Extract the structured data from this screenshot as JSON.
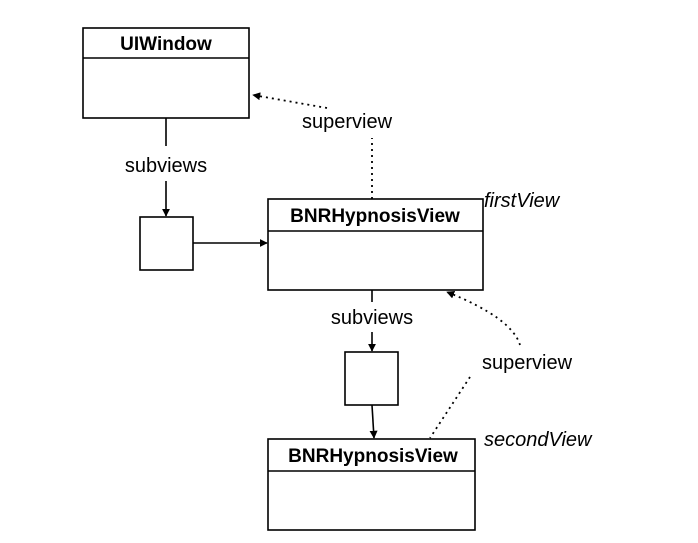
{
  "nodes": {
    "window": {
      "title": "UIWindow"
    },
    "first_view": {
      "title": "BNRHypnosisView",
      "variable": "firstView"
    },
    "second_view": {
      "title": "BNRHypnosisView",
      "variable": "secondView"
    }
  },
  "edges": {
    "window_subviews": "subviews",
    "first_superview": "superview",
    "first_subviews": "subviews",
    "second_superview": "superview"
  },
  "colors": {
    "stroke": "#000000",
    "background": "#ffffff"
  }
}
